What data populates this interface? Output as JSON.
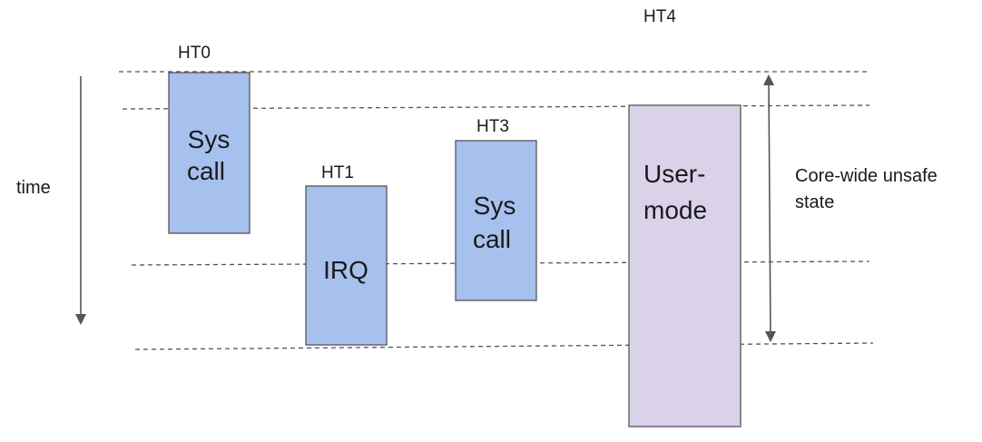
{
  "diagram": {
    "axis_label": "time",
    "threads": [
      {
        "id": "ht0",
        "label": "HT0",
        "box_lines": [
          "Sys",
          "call"
        ],
        "fill": "#a7c1ee"
      },
      {
        "id": "ht1",
        "label": "HT1",
        "box_lines": [
          "IRQ"
        ],
        "fill": "#a7c1ee"
      },
      {
        "id": "ht3",
        "label": "HT3",
        "box_lines": [
          "Sys",
          "call"
        ],
        "fill": "#a7c1ee"
      },
      {
        "id": "ht4",
        "label": "HT4",
        "box_lines": [
          "User-",
          "mode"
        ],
        "fill": "#d9d2e9"
      }
    ],
    "annotation": {
      "lines": [
        "Core-wide unsafe",
        "state"
      ]
    },
    "colors": {
      "box_stroke": "#555555",
      "dash_line": "#555555",
      "arrow": "#555555",
      "text": "#1a1a1a"
    }
  }
}
